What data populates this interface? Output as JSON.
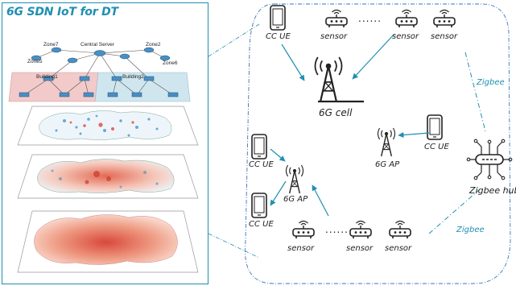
{
  "panel": {
    "title": "6G SDN IoT for DT",
    "network_labels": {
      "central_server": "Central Server",
      "zone7": "Zone7",
      "zone5": "Zone5",
      "zone2": "Zone2",
      "zone6": "Zone6",
      "building1": "Building1",
      "building2": "Building2"
    }
  },
  "diagram": {
    "cell_label": "6G cell",
    "ap_label_right": "6G AP",
    "ap_label_left": "6G AP",
    "hub_label": "Zigbee hub",
    "cc_ue_top": "CC UE",
    "cc_ue_right": "CC UE",
    "cc_ue_left_top": "CC UE",
    "cc_ue_left_bottom": "CC UE",
    "sensor_top_1": "sensor",
    "sensor_top_2": "sensor",
    "sensor_top_3": "sensor",
    "sensor_bottom_1": "sensor",
    "sensor_bottom_2": "sensor",
    "sensor_bottom_3": "sensor",
    "zigbee_top": "Zigbee",
    "zigbee_bottom": "Zigbee",
    "ellipsis_top": "......",
    "ellipsis_bottom": "......"
  },
  "colors": {
    "accent": "#1f8fb0",
    "arrow": "#1f8fb0",
    "building1_fill": "#f2caca",
    "building2_fill": "#cfe6ee"
  }
}
